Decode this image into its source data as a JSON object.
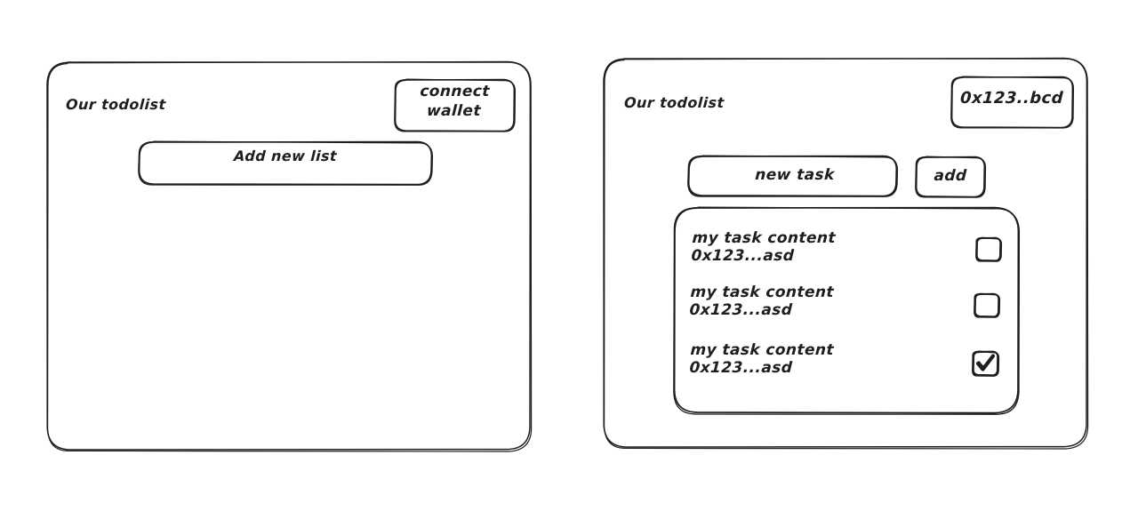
{
  "meta": {
    "stroke_color": "#1e1e1e",
    "background_color": "#ffffff",
    "style": "hand-drawn wireframe"
  },
  "panels": [
    {
      "id": "create-list",
      "title": "Our todolist",
      "wallet_button": {
        "label_line_1": "connect",
        "label_line_2": "wallet",
        "label": "connect wallet"
      },
      "primary_button": {
        "label": "Add new list"
      }
    },
    {
      "id": "task-list",
      "title": "Our todolist",
      "wallet_button": {
        "label": "0x123..bcd"
      },
      "new_task_input": {
        "value": "new task",
        "placeholder": "new task"
      },
      "add_button": {
        "label": "add"
      },
      "tasks": [
        {
          "content": "my task content",
          "address": "0x123...asd",
          "checked": false
        },
        {
          "content": "my task content",
          "address": "0x123...asd",
          "checked": false
        },
        {
          "content": "my task content",
          "address": "0x123...asd",
          "checked": true
        }
      ]
    }
  ]
}
